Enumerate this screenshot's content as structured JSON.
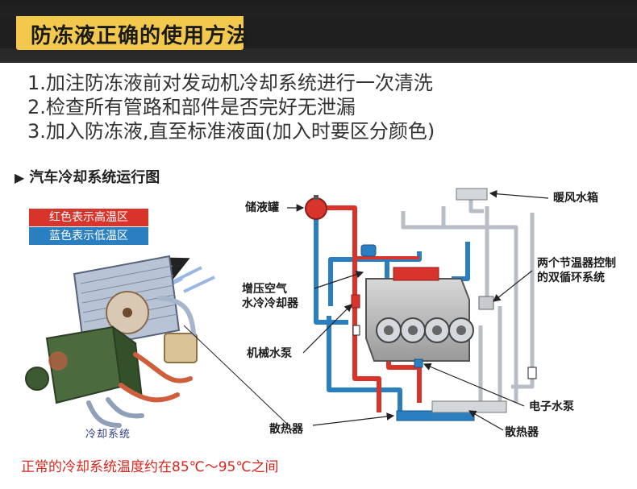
{
  "header": {
    "title": "防冻液正确的使用方法"
  },
  "steps": [
    "1.加注防冻液前对发动机冷却系统进行一次清洗",
    "2.检查所有管路和部件是否完好无泄漏",
    "3.加入防冻液,直至标准液面(加入时要区分颜色)"
  ],
  "section": {
    "marker": "▶",
    "title": "汽车冷却系统运行图"
  },
  "legend": {
    "red": {
      "label": "红色表示高温区",
      "color": "#d9342b"
    },
    "blue": {
      "label": "蓝色表示低温区",
      "color": "#2a7fc1"
    }
  },
  "illustration": {
    "caption": "冷却系统"
  },
  "diagram_labels": {
    "reservoir": "储液罐",
    "heater_core": "暖风水箱",
    "thermostats_line1": "两个节温器控制",
    "thermostats_line2": "的双循环系统",
    "intercooler_line1": "增压空气",
    "intercooler_line2": "水冷冷却器",
    "mechanical_pump": "机械水泵",
    "electronic_pump": "电子水泵",
    "radiator_left": "散热器",
    "radiator_right": "散热器"
  },
  "footer": {
    "note": "正常的冷却系统温度约在85℃～95℃之间"
  }
}
